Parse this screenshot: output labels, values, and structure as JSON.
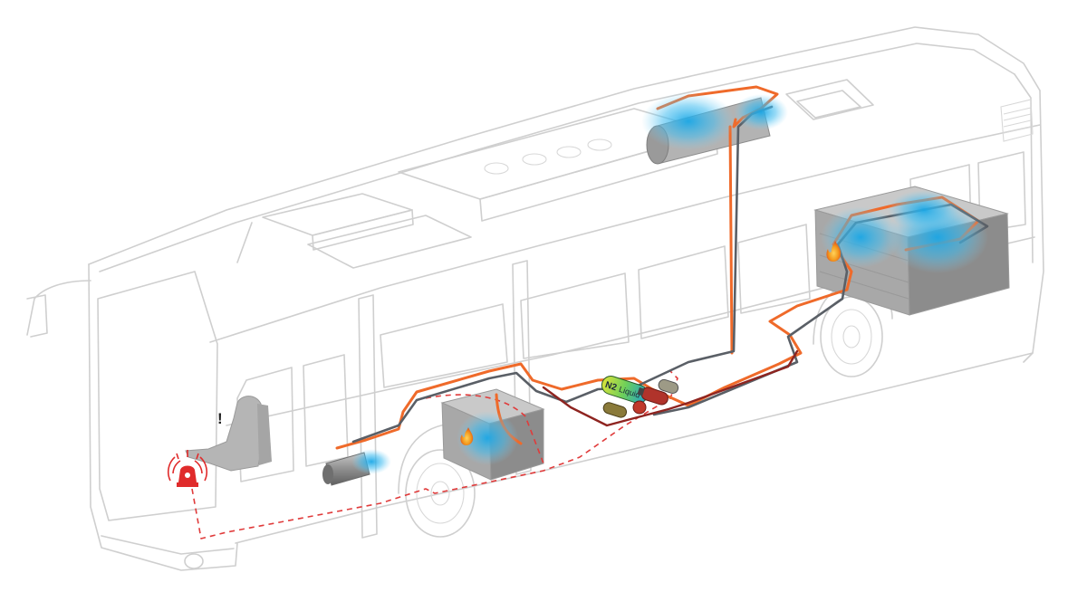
{
  "agent_label": {
    "gas": "N2",
    "state": "Liquid"
  },
  "driver_alert": {
    "symbol": "!"
  },
  "colors": {
    "suppression_pipe": "#ef6a2a",
    "detection_pipe": "#5a5f66",
    "detection_wire": "#e03b3b",
    "mist": "#26aee8",
    "flame": "#f39a1e",
    "alarm": "#e02b2b"
  },
  "icons": [
    "driver-figure",
    "alarm-beacon-icon",
    "fire-icon",
    "mist-cloud",
    "extinguisher-cylinder"
  ]
}
